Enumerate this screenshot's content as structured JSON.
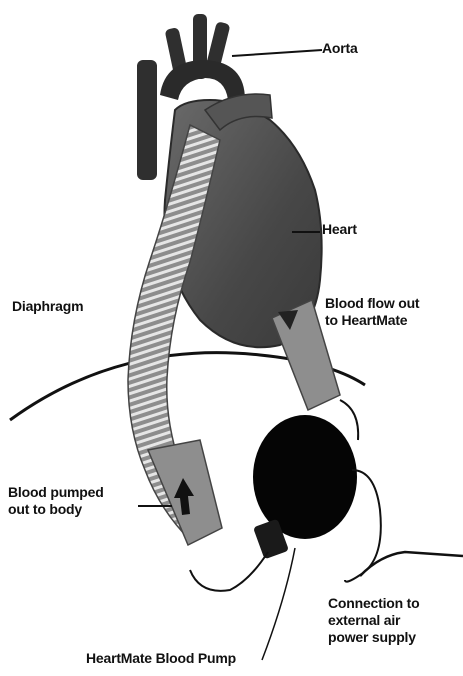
{
  "labels": {
    "aorta": "Aorta",
    "heart": "Heart",
    "diaphragm": "Diaphragm",
    "blood_flow_out": "Blood flow out\nto HeartMate",
    "blood_pumped": "Blood pumped\nout to body",
    "connection": "Connection to\nexternal air\npower supply",
    "pump": "HeartMate Blood Pump"
  },
  "colors": {
    "heart": "#4a4a4a",
    "vessel": "#2f2f2f",
    "tube": "#9a9a9a",
    "tube_stripe": "#e8e8e8",
    "pump": "#050505",
    "line": "#111111"
  }
}
